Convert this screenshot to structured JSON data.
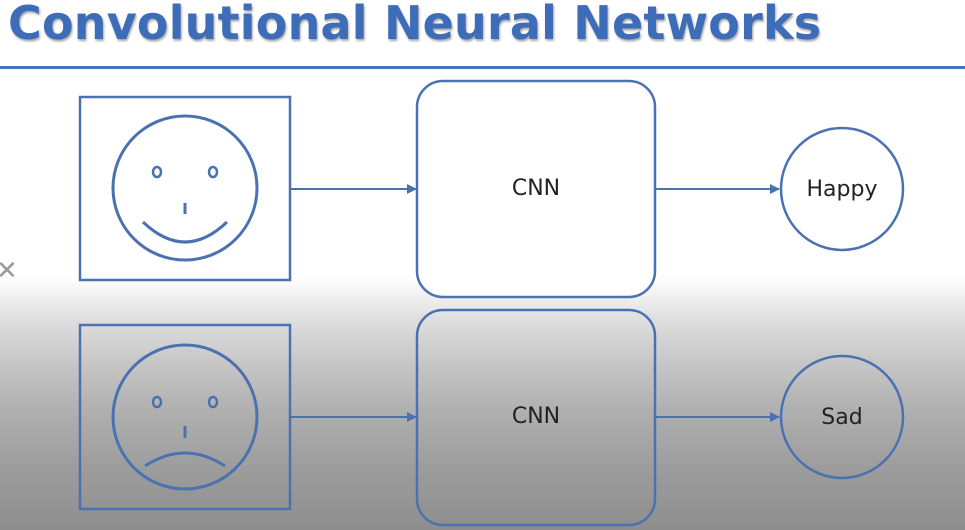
{
  "slide": {
    "title": "Convolutional Neural Networks"
  },
  "diagram": {
    "rows": [
      {
        "input_icon": "smiling-face-icon",
        "model_label": "CNN",
        "output_label": "Happy"
      },
      {
        "input_icon": "frowning-face-icon",
        "model_label": "CNN",
        "output_label": "Sad"
      }
    ]
  },
  "colors": {
    "title": "#3d6cb9",
    "rule": "#4473c4",
    "stroke": "#4a72b0"
  }
}
